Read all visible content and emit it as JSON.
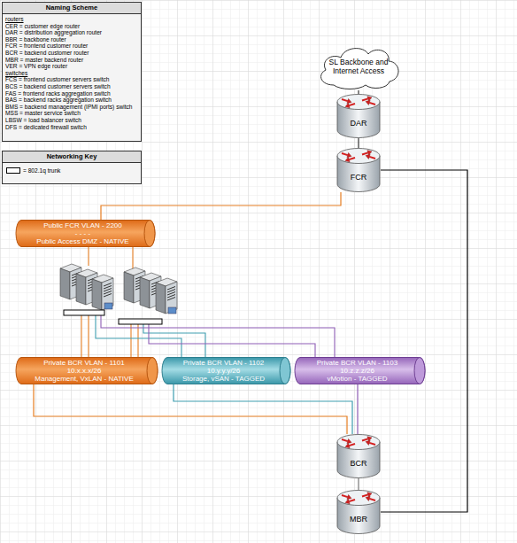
{
  "diagram": {
    "nodes": [
      {
        "text": [
          "Naming Scheme",
          "routers",
          "CER = customer edge router",
          "DAR = distribution aggregation router",
          "BBR = backbone router",
          "FCR = frontend customer router",
          "BCR = backend customer router",
          "MBR = master backend router",
          "VER = VPN edge router",
          "switches",
          "FCS = frontend customer servers switch",
          "BCS = backend customer servers switch",
          "FAS = frontend racks aggregation switch",
          "BAS = backend racks aggregation switch",
          "BMS = backend management (IPMI ports) switch",
          "MSS = master service switch",
          "LBSW = load balancer switch",
          "DFS = dedicated firewall switch"
        ]
      },
      {
        "text": [
          "Networking Key"
        ]
      },
      {
        "text": [
          "SL Backbone and Internet Access"
        ]
      },
      {
        "text": [
          "DAR"
        ]
      },
      {
        "text": [
          "FCR"
        ]
      },
      {
        "text": [
          "Public FCR VLAN - 2200",
          "- - - -",
          "Public Access DMZ - NATIVE"
        ]
      },
      {
        "text": [
          "Private BCR VLAN - 1101",
          "10.x.x.x/26",
          "Management, VxLAN - NATIVE"
        ]
      },
      {
        "text": [
          "Private BCR VLAN - 1102",
          "10.y.y.y/26",
          "Storage, vSAN - TAGGED"
        ]
      },
      {
        "text": [
          "Private BCR VLAN - 1103",
          "10.z.z.z/26",
          "vMotion - TAGGED"
        ]
      },
      {
        "text": [
          "BCR"
        ]
      },
      {
        "text": [
          "MBR"
        ]
      }
    ],
    "edges": [
      {
        "from": 2,
        "to": 3,
        "arrow": "none"
      },
      {
        "from": 3,
        "to": 4,
        "arrow": "none"
      },
      {
        "from": 4,
        "to": 5,
        "arrow": "none"
      },
      {
        "from": 4,
        "to": 10,
        "arrow": "none"
      },
      {
        "from": 6,
        "to": 9,
        "arrow": "none"
      },
      {
        "from": 7,
        "to": 9,
        "arrow": "none"
      },
      {
        "from": 8,
        "to": 9,
        "arrow": "none"
      },
      {
        "from": 9,
        "to": 10,
        "arrow": "none"
      }
    ],
    "legend": [
      {
        "text": "= 802.1q trunk"
      }
    ]
  }
}
